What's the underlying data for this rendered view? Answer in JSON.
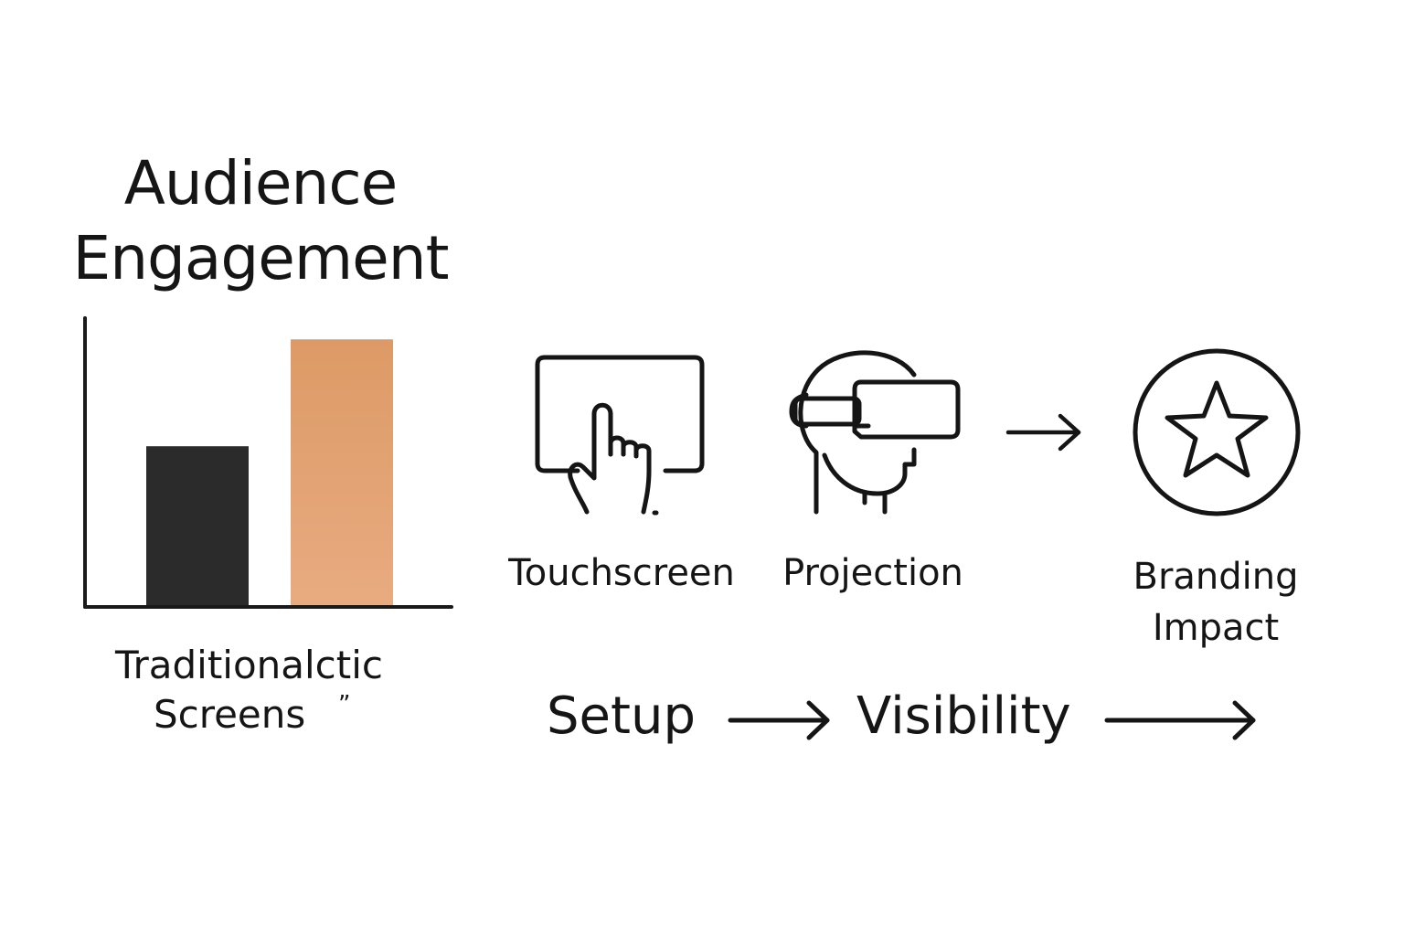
{
  "title": {
    "line1": "Audience",
    "line2": "Engagement"
  },
  "chart_data": {
    "type": "bar",
    "categories": [
      "Traditionalctic Screens",
      ""
    ],
    "values": [
      55,
      92
    ],
    "colors": [
      "#2b2b2b",
      "#e3a06f"
    ],
    "ylim": [
      0,
      100
    ],
    "caption_line1": "Traditionalctic",
    "caption_line2": "Screens",
    "caption_mark": "”"
  },
  "icons": {
    "touchscreen": {
      "icon": "touchscreen-hand-icon",
      "label": "Touchscreen"
    },
    "projection": {
      "icon": "vr-headset-icon",
      "label": "Projection"
    },
    "branding": {
      "icon": "star-circle-icon",
      "label_line1": "Branding",
      "label_line2": "Impact"
    }
  },
  "flow": {
    "step1": "Setup",
    "step2": "Visibility"
  },
  "colors": {
    "ink": "#151515",
    "bar_dark": "#2b2b2b",
    "bar_accent": "#e3a06f"
  }
}
